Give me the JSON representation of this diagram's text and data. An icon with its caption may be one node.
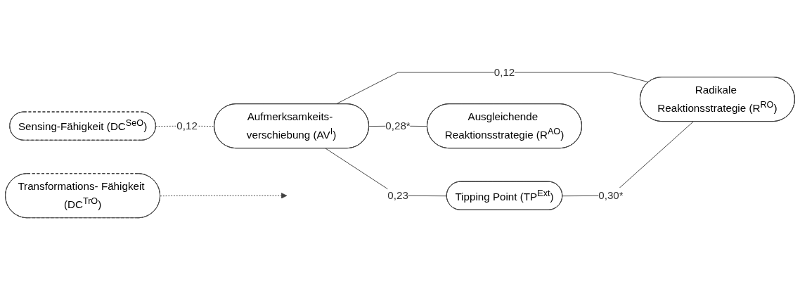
{
  "diagram": {
    "nodes": [
      {
        "text": [
          "Sensing-Fähigkeit (DC$^{SeO}$)"
        ]
      },
      {
        "text": [
          "Aufmerksamkeits- verschiebung (AV$^{I}$)"
        ]
      },
      {
        "text": [
          "Tipping Point (TP$^{Ext}$)"
        ]
      },
      {
        "text": [
          "Transformations- Fähigkeit (DC$^{TrO}$)"
        ]
      },
      {
        "text": [
          "Radikale Reaktionsstrategie (R$^{RO}$)"
        ]
      },
      {
        "text": [
          "Ausgleichende Reaktionsstrategie (R$^{AO}$)"
        ]
      }
    ],
    "edges": [
      {
        "from": 0,
        "to": 1,
        "arrow": "none",
        "label": "0,12",
        "style": "dashed"
      },
      {
        "from": 1,
        "to": 2,
        "arrow": "none",
        "label": "0,23"
      },
      {
        "from": 1,
        "to": 4,
        "arrow": "none",
        "label": "0,12"
      },
      {
        "from": 1,
        "to": 5,
        "arrow": "none",
        "label": "0,28*"
      },
      {
        "from": 2,
        "to": 4,
        "arrow": "none",
        "label": "0,30*"
      },
      {
        "from": 3,
        "to": null,
        "arrow": "to",
        "style": "dashed"
      }
    ]
  }
}
